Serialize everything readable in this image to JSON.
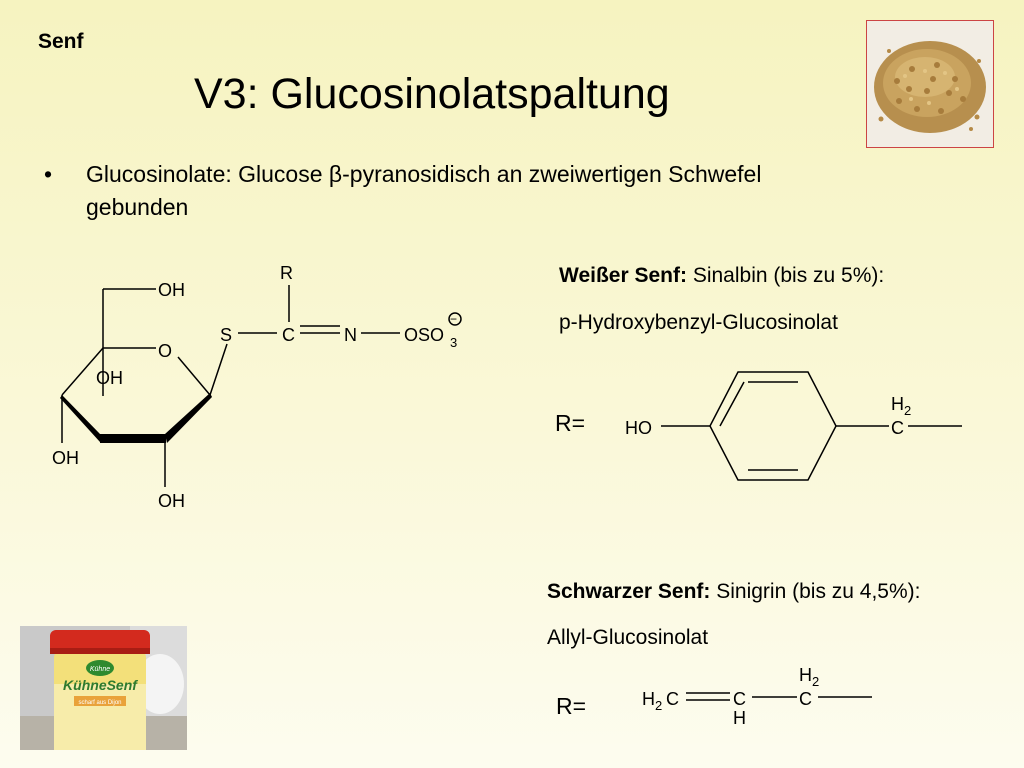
{
  "header": {
    "section": "Senf",
    "title": "V3: Glucosinolatspaltung"
  },
  "bullets": [
    {
      "symbol": "•",
      "text": "Glucosinolate: Glucose β-pyranosidisch an zweiwertigen Schwefel gebunden"
    }
  ],
  "glucosinolate": {
    "labels": {
      "oh_top": "OH",
      "ring_o": "O",
      "oh_mid": "OH",
      "oh_left": "OH",
      "oh_bottom": "OH",
      "s": "S",
      "c": "C",
      "r": "R",
      "n": "N",
      "oso": "OSO",
      "sub3": "3",
      "charge": "−"
    }
  },
  "white_mustard": {
    "heading": "Weißer Senf:",
    "compound": "Sinalbin (bis zu 5%):",
    "subtitle": "p-Hydroxybenzyl-Glucosinolat",
    "r_label": "R=",
    "labels": {
      "ho": "HO",
      "h": "H",
      "sub2": "2",
      "c": "C"
    }
  },
  "black_mustard": {
    "heading": "Schwarzer Senf:",
    "compound": "Sinigrin (bis zu 4,5%):",
    "subtitle": "Allyl-Glucosinolat",
    "r_label": "R=",
    "labels": {
      "h2c_h": "H",
      "h2c_sub": "2",
      "h2c_c": "C",
      "ch_c": "C",
      "ch_h": "H",
      "ch2_h": "H",
      "ch2_sub": "2",
      "ch2_c": "C"
    }
  },
  "photos": {
    "jar": {
      "brand": "Kühne",
      "product": "KühneSenf",
      "variety": "scharf aus Dijon"
    }
  }
}
